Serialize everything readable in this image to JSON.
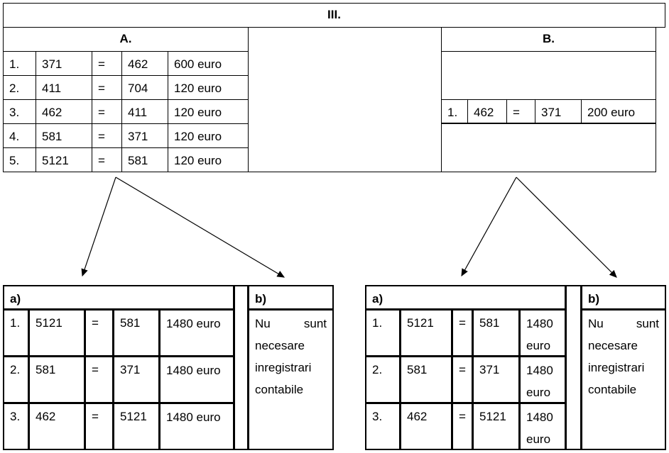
{
  "title": "III.",
  "a": {
    "label": "A.",
    "rows": [
      {
        "n": "1.",
        "d": "371",
        "eq": "=",
        "c": "462",
        "amt": "600 euro"
      },
      {
        "n": "2.",
        "d": "411",
        "eq": "=",
        "c": "704",
        "amt": "120 euro"
      },
      {
        "n": "3.",
        "d": "462",
        "eq": "=",
        "c": "411",
        "amt": "120 euro"
      },
      {
        "n": "4.",
        "d": "581",
        "eq": "=",
        "c": "371",
        "amt": "120 euro"
      },
      {
        "n": "5.",
        "d": "5121",
        "eq": "=",
        "c": "581",
        "amt": "120 euro"
      }
    ]
  },
  "b": {
    "label": "B.",
    "rows": [
      {
        "n": "1.",
        "d": "462",
        "eq": "=",
        "c": "371",
        "amt": "200 euro"
      }
    ]
  },
  "bottom_left": {
    "a_label": "a)",
    "b_label": "b)",
    "b_text": "Nu sunt necesare inregistrari contabile",
    "rows": [
      {
        "n": "1.",
        "d": "5121",
        "eq": "=",
        "c": "581",
        "amt": "1480 euro"
      },
      {
        "n": "2.",
        "d": "581",
        "eq": "=",
        "c": "371",
        "amt": "1480 euro"
      },
      {
        "n": "3.",
        "d": "462",
        "eq": "=",
        "c": "5121",
        "amt": "1480 euro"
      }
    ]
  },
  "bottom_right": {
    "a_label": "a)",
    "b_label": "b)",
    "b_text": "Nu sunt necesare inregistrari contabile",
    "rows": [
      {
        "n": "1.",
        "d": "5121",
        "eq": "=",
        "c": "581",
        "amt": "1480 euro"
      },
      {
        "n": "2.",
        "d": "581",
        "eq": "=",
        "c": "371",
        "amt": "1480 euro"
      },
      {
        "n": "3.",
        "d": "462",
        "eq": "=",
        "c": "5121",
        "amt": "1480 euro"
      }
    ]
  }
}
